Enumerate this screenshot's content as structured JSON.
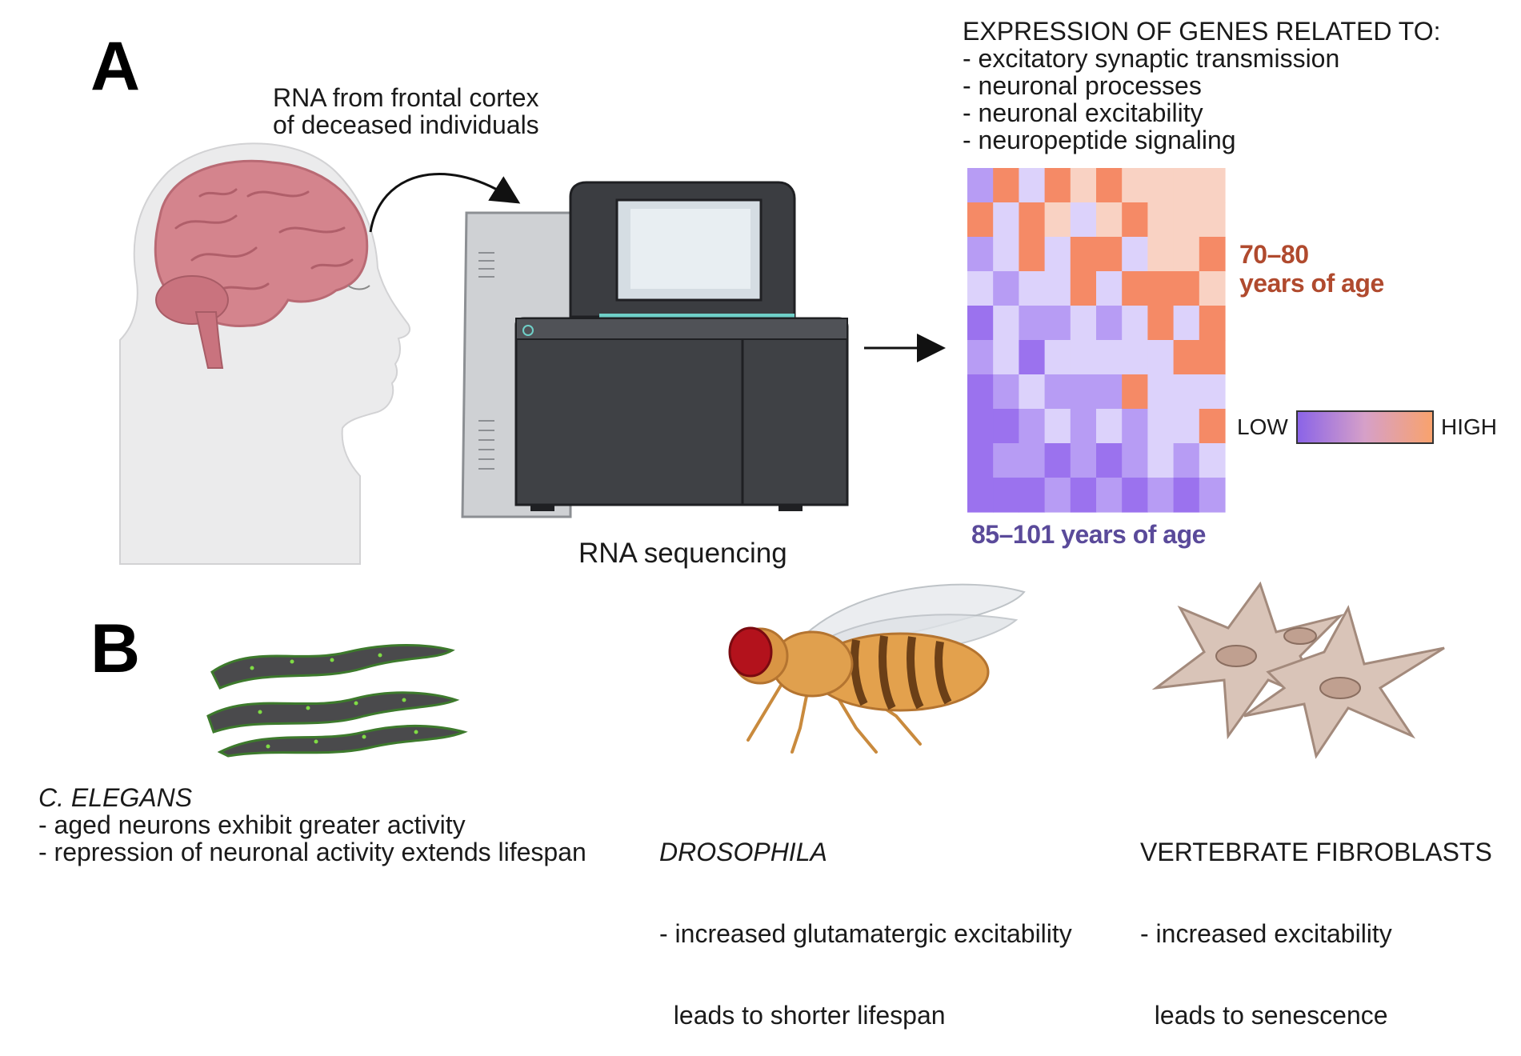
{
  "panels": {
    "a_label": "A",
    "b_label": "B"
  },
  "panel_a": {
    "rna_source_lines": [
      "RNA from frontal cortex",
      "of deceased individuals"
    ],
    "sequencing_label": "RNA sequencing",
    "expression_title": "EXPRESSION OF GENES RELATED TO:",
    "expression_items": [
      "- excitatory synaptic transmission",
      "- neuronal processes",
      "- neuronal excitability",
      "- neuropeptide signaling"
    ],
    "age_group_old_lines": [
      "70–80",
      "years of age"
    ],
    "age_group_very_old": "85–101 years of age",
    "legend": {
      "low": "LOW",
      "high": "HIGH",
      "low_color": "#8a63e8",
      "high_color": "#f9a26c"
    },
    "heatmap": {
      "rows": 10,
      "cols": 10,
      "levels": [
        [
          1,
          4,
          2,
          4,
          3,
          4,
          3,
          3,
          3,
          3
        ],
        [
          4,
          2,
          4,
          3,
          2,
          3,
          4,
          3,
          3,
          3
        ],
        [
          1,
          2,
          4,
          2,
          4,
          4,
          2,
          3,
          3,
          4
        ],
        [
          2,
          1,
          2,
          2,
          4,
          2,
          4,
          4,
          4,
          3
        ],
        [
          0,
          2,
          1,
          1,
          2,
          1,
          2,
          4,
          2,
          4
        ],
        [
          1,
          2,
          0,
          2,
          2,
          2,
          2,
          2,
          4,
          4
        ],
        [
          0,
          1,
          2,
          1,
          1,
          1,
          4,
          2,
          2,
          2
        ],
        [
          0,
          0,
          1,
          2,
          1,
          2,
          1,
          2,
          2,
          4
        ],
        [
          0,
          1,
          1,
          0,
          1,
          0,
          1,
          2,
          1,
          2
        ],
        [
          0,
          0,
          0,
          1,
          0,
          1,
          0,
          1,
          0,
          1
        ]
      ],
      "palette": [
        "#9b72ee",
        "#b79cf4",
        "#dcd2fb",
        "#f9d2c3",
        "#f58a66"
      ]
    }
  },
  "panel_b": {
    "worm": {
      "name": "C. ELEGANS",
      "lines": [
        "- aged neurons exhibit greater activity",
        "- repression of neuronal activity extends lifespan"
      ]
    },
    "fly": {
      "name": "DROSOPHILA",
      "lines": [
        "- increased glutamatergic excitability",
        "  leads to shorter lifespan"
      ]
    },
    "fibroblast": {
      "name": "VERTEBRATE FIBROBLASTS",
      "lines": [
        "- increased excitability",
        "  leads to senescence"
      ]
    }
  }
}
